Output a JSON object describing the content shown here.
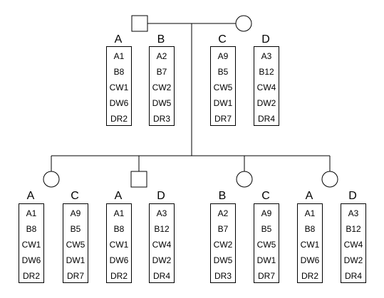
{
  "parents": {
    "father": {
      "sex": "male",
      "haplotypes": [
        {
          "letter": "A",
          "alleles": [
            "A1",
            "B8",
            "CW1",
            "DW6",
            "DR2"
          ]
        },
        {
          "letter": "B",
          "alleles": [
            "A2",
            "B7",
            "CW2",
            "DW5",
            "DR3"
          ]
        }
      ]
    },
    "mother": {
      "sex": "female",
      "haplotypes": [
        {
          "letter": "C",
          "alleles": [
            "A9",
            "B5",
            "CW5",
            "DW1",
            "DR7"
          ]
        },
        {
          "letter": "D",
          "alleles": [
            "A3",
            "B12",
            "CW4",
            "DW2",
            "DR4"
          ]
        }
      ]
    }
  },
  "children": [
    {
      "sex": "female",
      "haplotypes": [
        {
          "letter": "A",
          "alleles": [
            "A1",
            "B8",
            "CW1",
            "DW6",
            "DR2"
          ]
        },
        {
          "letter": "C",
          "alleles": [
            "A9",
            "B5",
            "CW5",
            "DW1",
            "DR7"
          ]
        }
      ]
    },
    {
      "sex": "male",
      "haplotypes": [
        {
          "letter": "A",
          "alleles": [
            "A1",
            "B8",
            "CW1",
            "DW6",
            "DR2"
          ]
        },
        {
          "letter": "D",
          "alleles": [
            "A3",
            "B12",
            "CW4",
            "DW2",
            "DR4"
          ]
        }
      ]
    },
    {
      "sex": "female",
      "haplotypes": [
        {
          "letter": "B",
          "alleles": [
            "A2",
            "B7",
            "CW2",
            "DW5",
            "DR3"
          ]
        },
        {
          "letter": "C",
          "alleles": [
            "A9",
            "B5",
            "CW5",
            "DW1",
            "DR7"
          ]
        }
      ]
    },
    {
      "sex": "female",
      "haplotypes": [
        {
          "letter": "A",
          "alleles": [
            "A1",
            "B8",
            "CW1",
            "DW6",
            "DR2"
          ]
        },
        {
          "letter": "D",
          "alleles": [
            "A3",
            "B12",
            "CW4",
            "DW2",
            "DR4"
          ]
        }
      ]
    }
  ]
}
